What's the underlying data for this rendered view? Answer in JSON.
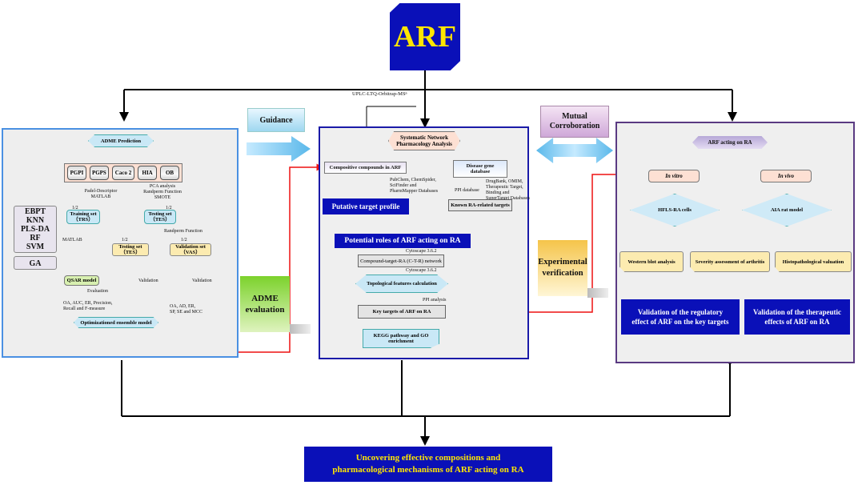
{
  "top": {
    "title": "ARF",
    "uplc": "UPLC-LTQ-Orbitrap-MSⁿ"
  },
  "left": {
    "header": "ADME Prediction",
    "params": [
      "PGPI",
      "PGPS",
      "Caco 2",
      "HIA",
      "OB"
    ],
    "padel": "Padel-Descriptor\nMATLAB",
    "pca": "PCA analysis\nRandperm Function\nSMOTE",
    "half1": "1/2",
    "half2": "1/2",
    "half3": "1/2",
    "half4": "1/2",
    "training": "Training set\n（TRS）",
    "testing_top": "Testing set\n（TES）",
    "randperm": "Randperm Function",
    "testing": "Testing set\n（TES）",
    "validation": "Validation set\n（VAS）",
    "models": [
      "EBPT",
      "KNN",
      "PLS-DA",
      "RF",
      "SVM"
    ],
    "ga": "GA",
    "matlab": "MATLAB",
    "qsar": "QSAR model",
    "evaluation": "Evaluation",
    "val1": "Validation",
    "val2": "Validation",
    "metrics_left": "OA, AUC, ER, Precision,\nRecall and F-measure",
    "metrics_right": "OA, AD, ER,\nSP, SE and MCC",
    "ensemble": "Optimizationed ensemble  model"
  },
  "arrows": {
    "guidance": "Guidance",
    "mutual": "Mutual\nCorroboration",
    "adme_eval": "ADME\nevaluation",
    "experimental": "Experimental\nverification"
  },
  "middle": {
    "header": "Systematic Network\nPharmacology Analysis",
    "compounds": "Compositive compounds in ARF",
    "disease_db": "Disease gene\ndatabase",
    "pubchem": "PubChem, ChemSpider,\nSciFinder and\nPharmMapper Databases",
    "drugbank": "DrugBank, OMIM,\nTherapeutic Target,\nBinding and\nSuperTarget Databases",
    "ppi_db": "PPI database",
    "putative": "Putative target profile",
    "known": "Known RA-related targets",
    "potential": "Potential roles of ARF acting on RA",
    "cyto1": "Cytoscape 3.6.2",
    "ctr": "Compound-target-RA (C-T-R) network",
    "cyto2": "Cytoscape 3.6.2",
    "topo": "Topological features calculation",
    "ppi": "PPI analysis",
    "key": "Key targets of ARF on RA",
    "kegg": "KEGG pathway and GO\nenrichment"
  },
  "right": {
    "header": "ARF acting on RA",
    "invitro": "In vitro",
    "invivo": "In vivo",
    "hfls": "HFLS-RA cells",
    "aia": "AIA rat model",
    "western": "Western blot analysis",
    "severity": "Severity assessment of arthritis",
    "histo": "Histopathological valuation",
    "valid_reg": "Validation of the regulatory\neffect of ARF on the key targets",
    "valid_ther": "Validation of the therapeutic\neffects of ARF on RA"
  },
  "bottom": {
    "text": "Uncovering effective compositions and\npharmacological mechanisms of ARF acting on RA"
  }
}
